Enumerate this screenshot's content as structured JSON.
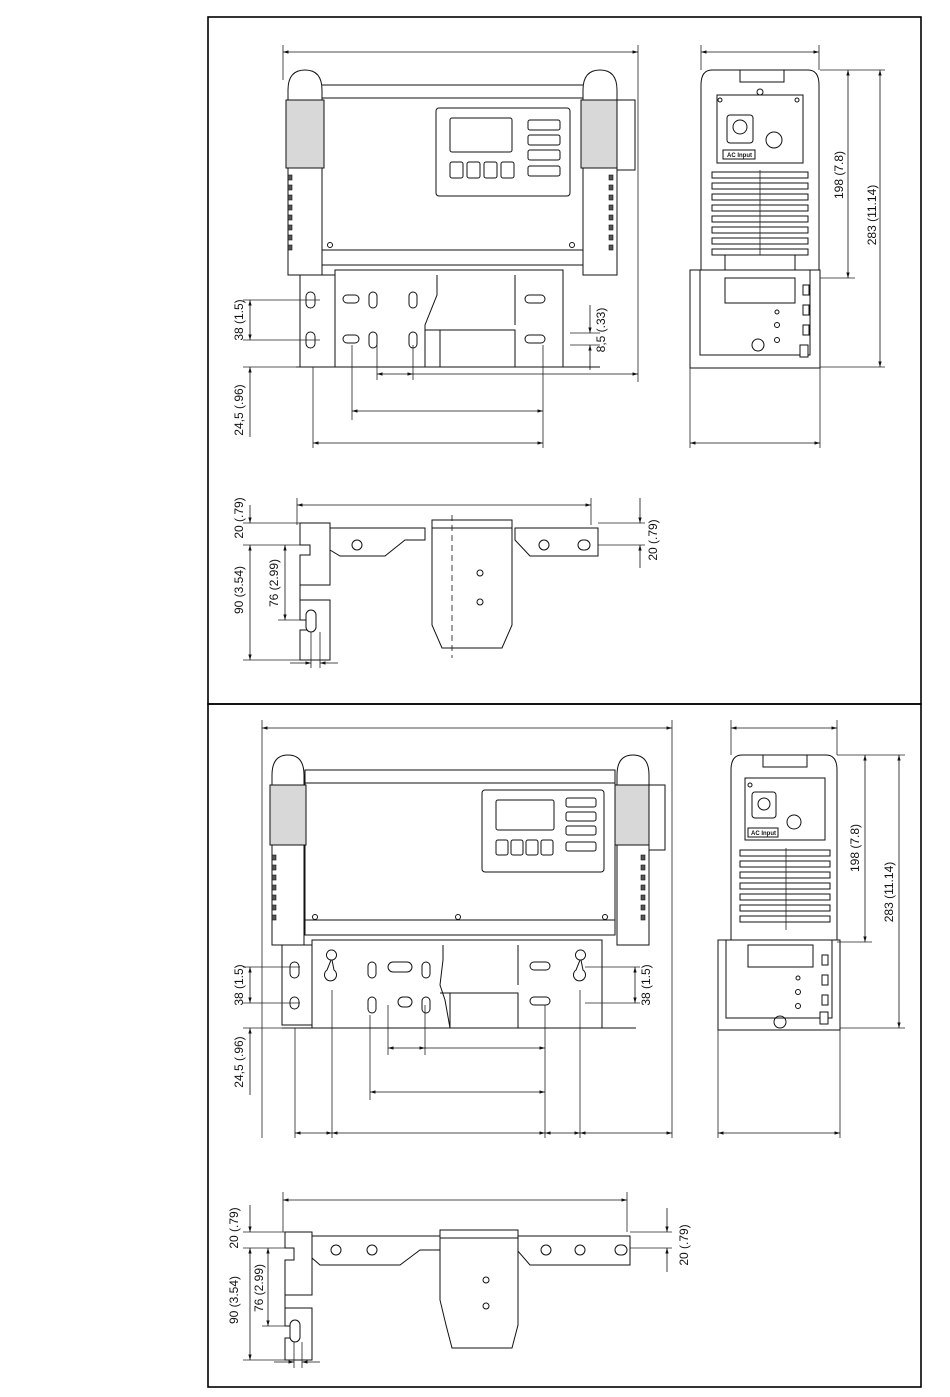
{
  "panels": [
    {
      "id": "top",
      "front": {
        "dims_left": {
          "d38": "38 (1.5)",
          "d245": "24,5 (.96)"
        },
        "dims_right": {
          "d85": "8,5 (.33)"
        }
      },
      "side": {
        "dims": {
          "d198": "198 (7.8)",
          "d283": "283 (11.14)"
        },
        "connector_label": "AC Input"
      },
      "bottom": {
        "dims": {
          "d20_left": "20 (.79)",
          "d90": "90 (3.54)",
          "d76": "76 (2.99)",
          "d20_right": "20 (.79)"
        }
      }
    },
    {
      "id": "bottom",
      "front": {
        "dims_left": {
          "d38": "38 (1.5)",
          "d245": "24,5 (.96)"
        },
        "dims_right": {
          "d38": "38 (1.5)"
        }
      },
      "side": {
        "dims": {
          "d198": "198 (7.8)",
          "d283": "283 (11.14)"
        },
        "connector_label": "AC Input"
      },
      "bottom": {
        "dims": {
          "d20_left": "20 (.79)",
          "d90": "90 (3.54)",
          "d76": "76 (2.99)",
          "d20_right": "20 (.79)"
        }
      }
    }
  ]
}
